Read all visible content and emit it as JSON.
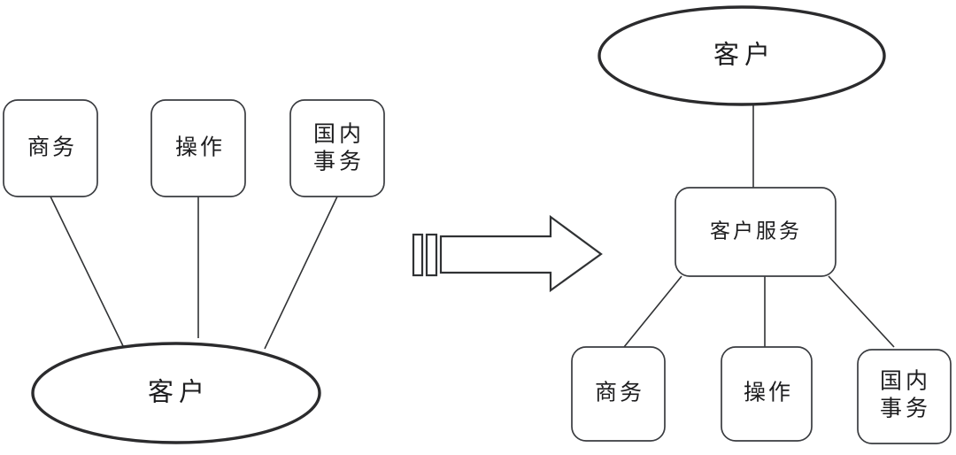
{
  "diagram": {
    "type": "before-after-org-structure",
    "background_color": "#ffffff",
    "stroke_color": "#303234",
    "emphasis_stroke_color": "#2b2b2d",
    "text_color": "#1c1c1e",
    "before": {
      "name": "before-structure",
      "root": {
        "id": "before-root",
        "shape": "ellipse",
        "label": "客户"
      },
      "departments": [
        {
          "id": "before-dept-business",
          "shape": "rounded-rect",
          "label": "商务"
        },
        {
          "id": "before-dept-operations",
          "shape": "rounded-rect",
          "label": "操作"
        },
        {
          "id": "before-dept-domestic",
          "shape": "rounded-rect",
          "label_line1": "国内",
          "label_line2": "事务"
        }
      ],
      "connections": [
        {
          "from": "before-dept-business",
          "to": "before-root"
        },
        {
          "from": "before-dept-operations",
          "to": "before-root"
        },
        {
          "from": "before-dept-domestic",
          "to": "before-root"
        }
      ]
    },
    "transition": {
      "id": "transition-arrow",
      "icon": "block-arrow-right",
      "direction": "right",
      "tail_bars": 2
    },
    "after": {
      "name": "after-structure",
      "root": {
        "id": "after-root",
        "shape": "ellipse",
        "label": "客户"
      },
      "hub": {
        "id": "after-hub-customer-service",
        "shape": "rounded-rect",
        "label": "客户服务"
      },
      "departments": [
        {
          "id": "after-dept-business",
          "shape": "rounded-rect",
          "label": "商务"
        },
        {
          "id": "after-dept-operations",
          "shape": "rounded-rect",
          "label": "操作"
        },
        {
          "id": "after-dept-domestic",
          "shape": "rounded-rect",
          "label_line1": "国内",
          "label_line2": "事务"
        }
      ],
      "connections": [
        {
          "from": "after-root",
          "to": "after-hub-customer-service"
        },
        {
          "from": "after-hub-customer-service",
          "to": "after-dept-business"
        },
        {
          "from": "after-hub-customer-service",
          "to": "after-dept-operations"
        },
        {
          "from": "after-hub-customer-service",
          "to": "after-dept-domestic"
        }
      ]
    }
  }
}
